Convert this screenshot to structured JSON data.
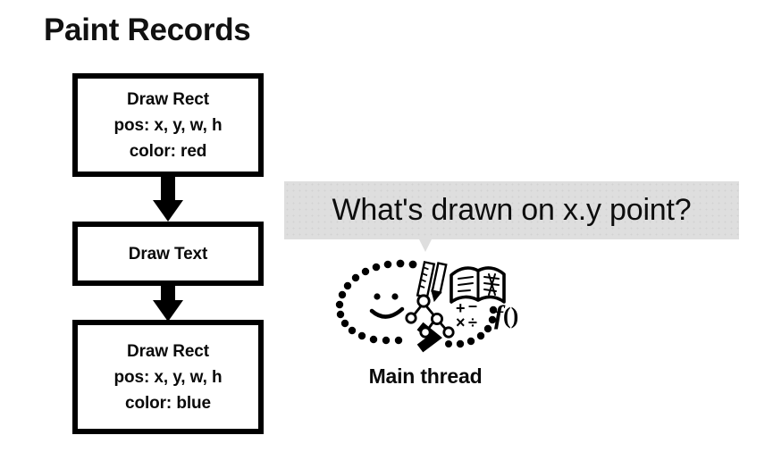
{
  "slide": {
    "title": "Paint Records"
  },
  "paint_records": [
    {
      "name": "draw-rect-red",
      "lines": [
        "Draw Rect",
        "pos: x, y, w, h",
        "color: red"
      ]
    },
    {
      "name": "draw-text",
      "lines": [
        "Draw Text"
      ]
    },
    {
      "name": "draw-rect-blue",
      "lines": [
        "Draw Rect",
        "pos: x, y, w, h",
        "color: blue"
      ]
    }
  ],
  "flow_arrows": [
    {
      "name": "arrow-record1-to-record2",
      "direction": "down"
    },
    {
      "name": "arrow-record2-to-record3",
      "direction": "down"
    }
  ],
  "speech_bubble": {
    "text": "What's drawn on x.y point?",
    "background_color": "#dedede",
    "text_color": "#0d0d0d"
  },
  "thinking_illustration": {
    "icon_name": "thinking-main-thread-illustration",
    "elements": [
      "dotted-ellipse",
      "smiley-face",
      "arrow-chevron",
      "ruler-icon",
      "pencil-icon",
      "open-book-icon",
      "tree-diagram-icon",
      "math-symbols",
      "function-notation"
    ],
    "math_symbols": "+ - x ÷",
    "function_notation": "f()"
  },
  "main_thread": {
    "label": "Main thread"
  },
  "colors": {
    "background": "#ffffff",
    "stroke": "#000000",
    "bubble": "#dedede"
  }
}
